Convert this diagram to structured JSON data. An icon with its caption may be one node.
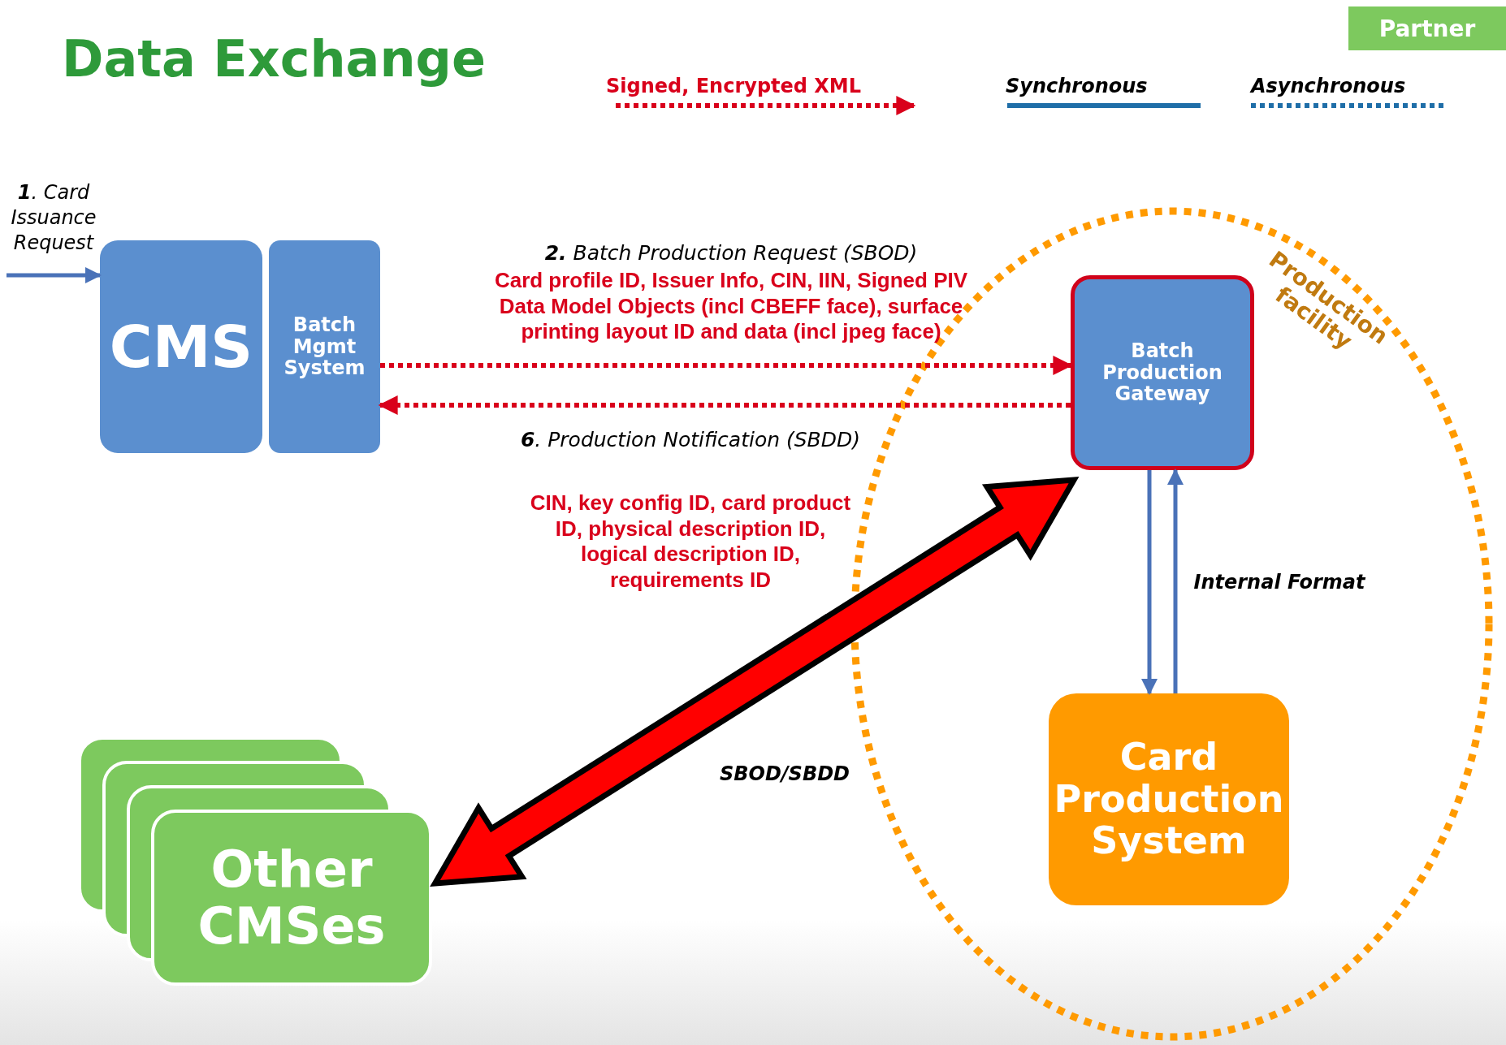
{
  "diagram": {
    "title": "Data Exchange",
    "nodes": [
      {
        "text": [
          "CMS"
        ]
      },
      {
        "text": [
          "Batch Mgmt System"
        ]
      },
      {
        "text": [
          "Production facility"
        ]
      },
      {
        "text": [
          "Batch Production Gateway"
        ],
        "in": 2
      },
      {
        "text": [
          "Card Production System"
        ],
        "in": 2
      },
      {
        "text": [
          "Other CMSes"
        ]
      }
    ],
    "edges": [
      {
        "from": null,
        "to": 0,
        "arrow": "to",
        "label": "**1**. Card Issuance Request"
      },
      {
        "from": 1,
        "to": 3,
        "arrow": "to",
        "style": "dashed",
        "color": "#d9001b",
        "label": "**2.** Batch Production Request (SBOD)"
      },
      {
        "from": 3,
        "to": 1,
        "arrow": "to",
        "style": "dashed",
        "color": "#d9001b",
        "label": "**6**. Production Notification (SBDD)"
      },
      {
        "from": 3,
        "to": 4,
        "arrow": "to"
      },
      {
        "from": 4,
        "to": 3,
        "arrow": "to",
        "label": "Internal Format"
      },
      {
        "from": 5,
        "to": 3,
        "arrow": "both",
        "style": "thick",
        "color": "#ff0000",
        "label": "SBOD/SBDD"
      }
    ],
    "labels": [
      "Card profile ID, Issuer Info, CIN, IIN, Signed PIV Data Model Objects (incl CBEFF face), surface printing layout ID and data (incl jpeg face)",
      "CIN, key config ID, card product ID, physical description ID, logical description ID, requirements ID"
    ],
    "legend": [
      {
        "text": "Partner",
        "color": "#7dc95e"
      },
      {
        "text": "Signed, Encrypted XML"
      },
      {
        "text": "Synchronous"
      },
      {
        "text": "Asynchronous"
      }
    ]
  }
}
